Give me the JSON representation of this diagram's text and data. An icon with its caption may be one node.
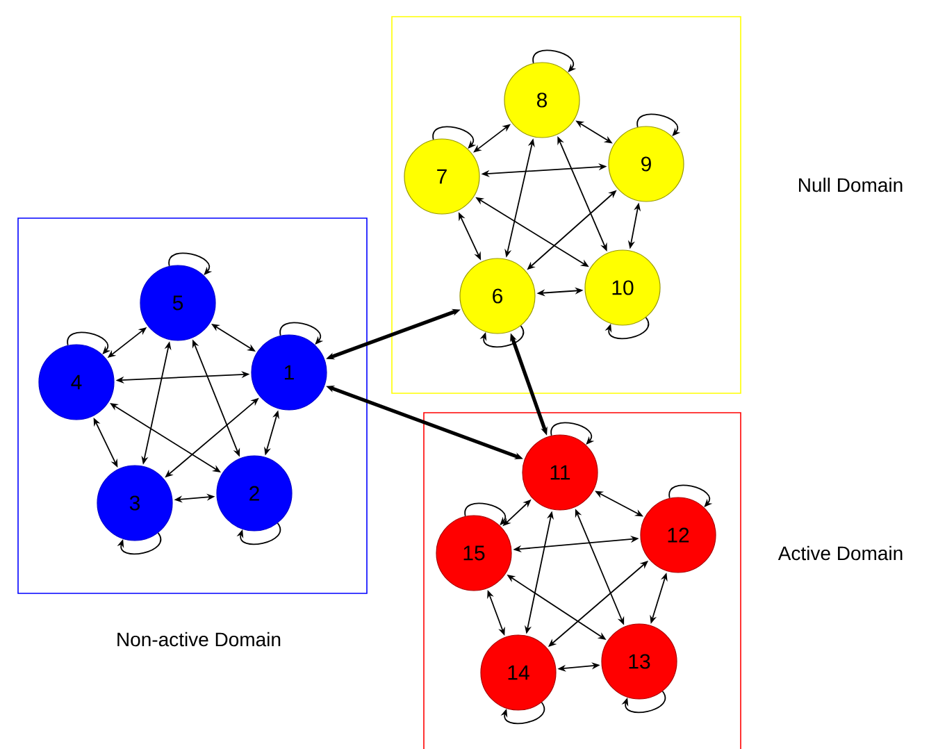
{
  "diagram": {
    "nodes": [
      {
        "text": [
          "Non-active Domain"
        ]
      },
      {
        "text": [
          "1"
        ],
        "in": 0
      },
      {
        "text": [
          "2"
        ],
        "in": 0
      },
      {
        "text": [
          "3"
        ],
        "in": 0
      },
      {
        "text": [
          "4"
        ],
        "in": 0
      },
      {
        "text": [
          "5"
        ],
        "in": 0
      },
      {
        "text": [
          "Null Domain"
        ]
      },
      {
        "text": [
          "6"
        ],
        "in": 6
      },
      {
        "text": [
          "7"
        ],
        "in": 6
      },
      {
        "text": [
          "8"
        ],
        "in": 6
      },
      {
        "text": [
          "9"
        ],
        "in": 6
      },
      {
        "text": [
          "10"
        ],
        "in": 6
      },
      {
        "text": [
          "Active Domain"
        ]
      },
      {
        "text": [
          "11"
        ],
        "in": 12
      },
      {
        "text": [
          "12"
        ],
        "in": 12
      },
      {
        "text": [
          "13"
        ],
        "in": 12
      },
      {
        "text": [
          "14"
        ],
        "in": 12
      },
      {
        "text": [
          "15"
        ],
        "in": 12
      }
    ],
    "edges": [
      {
        "from": 1,
        "to": 2,
        "arrow": "both"
      },
      {
        "from": 1,
        "to": 3,
        "arrow": "both"
      },
      {
        "from": 1,
        "to": 4,
        "arrow": "both"
      },
      {
        "from": 1,
        "to": 5,
        "arrow": "both"
      },
      {
        "from": 2,
        "to": 3,
        "arrow": "both"
      },
      {
        "from": 2,
        "to": 4,
        "arrow": "both"
      },
      {
        "from": 2,
        "to": 5,
        "arrow": "both"
      },
      {
        "from": 3,
        "to": 4,
        "arrow": "both"
      },
      {
        "from": 3,
        "to": 5,
        "arrow": "both"
      },
      {
        "from": 4,
        "to": 5,
        "arrow": "both"
      },
      {
        "from": 1,
        "to": 1,
        "arrow": "to"
      },
      {
        "from": 2,
        "to": 2,
        "arrow": "to"
      },
      {
        "from": 3,
        "to": 3,
        "arrow": "to"
      },
      {
        "from": 4,
        "to": 4,
        "arrow": "to"
      },
      {
        "from": 5,
        "to": 5,
        "arrow": "to"
      },
      {
        "from": 7,
        "to": 8,
        "arrow": "both"
      },
      {
        "from": 7,
        "to": 9,
        "arrow": "both"
      },
      {
        "from": 7,
        "to": 10,
        "arrow": "both"
      },
      {
        "from": 7,
        "to": 11,
        "arrow": "both"
      },
      {
        "from": 8,
        "to": 9,
        "arrow": "both"
      },
      {
        "from": 8,
        "to": 10,
        "arrow": "both"
      },
      {
        "from": 8,
        "to": 11,
        "arrow": "both"
      },
      {
        "from": 9,
        "to": 10,
        "arrow": "both"
      },
      {
        "from": 9,
        "to": 11,
        "arrow": "both"
      },
      {
        "from": 10,
        "to": 11,
        "arrow": "both"
      },
      {
        "from": 7,
        "to": 7,
        "arrow": "to"
      },
      {
        "from": 8,
        "to": 8,
        "arrow": "to"
      },
      {
        "from": 9,
        "to": 9,
        "arrow": "to"
      },
      {
        "from": 10,
        "to": 10,
        "arrow": "to"
      },
      {
        "from": 11,
        "to": 11,
        "arrow": "to"
      },
      {
        "from": 13,
        "to": 14,
        "arrow": "both"
      },
      {
        "from": 13,
        "to": 15,
        "arrow": "both"
      },
      {
        "from": 13,
        "to": 16,
        "arrow": "both"
      },
      {
        "from": 13,
        "to": 17,
        "arrow": "both"
      },
      {
        "from": 14,
        "to": 15,
        "arrow": "both"
      },
      {
        "from": 14,
        "to": 16,
        "arrow": "both"
      },
      {
        "from": 14,
        "to": 17,
        "arrow": "both"
      },
      {
        "from": 15,
        "to": 16,
        "arrow": "both"
      },
      {
        "from": 15,
        "to": 17,
        "arrow": "both"
      },
      {
        "from": 16,
        "to": 17,
        "arrow": "both"
      },
      {
        "from": 13,
        "to": 13,
        "arrow": "to"
      },
      {
        "from": 14,
        "to": 14,
        "arrow": "to"
      },
      {
        "from": 15,
        "to": 15,
        "arrow": "to"
      },
      {
        "from": 16,
        "to": 16,
        "arrow": "to"
      },
      {
        "from": 17,
        "to": 17,
        "arrow": "to"
      },
      {
        "from": 1,
        "to": 7,
        "arrow": "both",
        "style": "thick"
      },
      {
        "from": 1,
        "to": 13,
        "arrow": "both",
        "style": "thick"
      },
      {
        "from": 7,
        "to": 13,
        "arrow": "both",
        "style": "thick"
      }
    ]
  }
}
